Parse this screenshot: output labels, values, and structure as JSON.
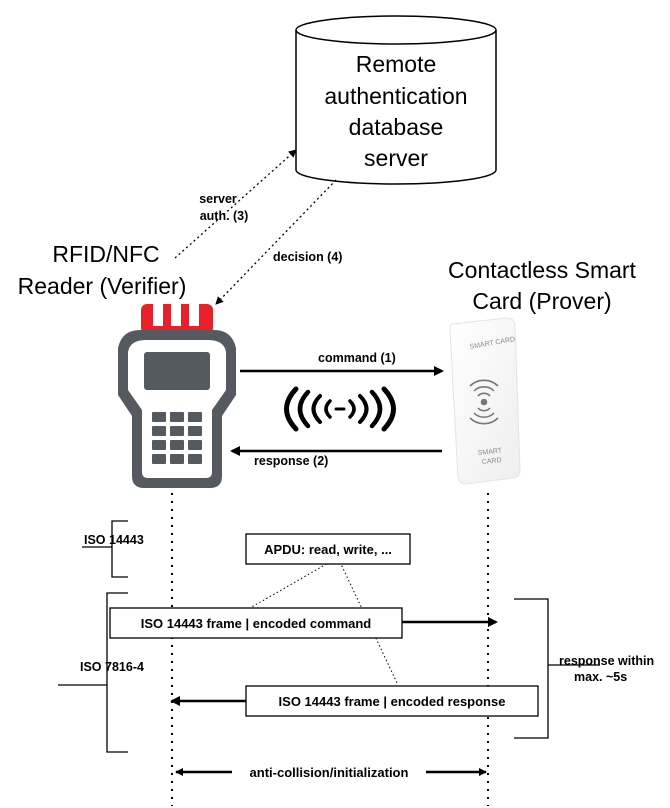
{
  "database": {
    "line1": "Remote",
    "line2": "authentication",
    "line3": "database",
    "line4": "server"
  },
  "reader": {
    "line1": "RFID/NFC",
    "line2": "Reader (Verifier)"
  },
  "card": {
    "line1": "Contactless Smart",
    "line2": "Card (Prover)",
    "top_text": "SMART CARD",
    "bottom_text1": "SMART",
    "bottom_text2": "CARD"
  },
  "arrows": {
    "server_auth_line1": "server",
    "server_auth_line2": "auth. (3)",
    "decision": "decision (4)",
    "command": "command (1)",
    "response": "response (2)"
  },
  "protocol": {
    "iso14443": "ISO 14443",
    "iso7816": "ISO 7816-4",
    "apdu": "APDU: read, write, ...",
    "frame_command": "ISO 14443 frame | encoded command",
    "frame_response": "ISO 14443 frame | encoded response",
    "response_within_line1": "response within",
    "response_within_line2": "max. ~5s",
    "anticollision": "anti-collision/initialization"
  },
  "colors": {
    "reader_body": "#555a60",
    "reader_antenna": "#e8202a",
    "reader_screen": "#555a60"
  }
}
